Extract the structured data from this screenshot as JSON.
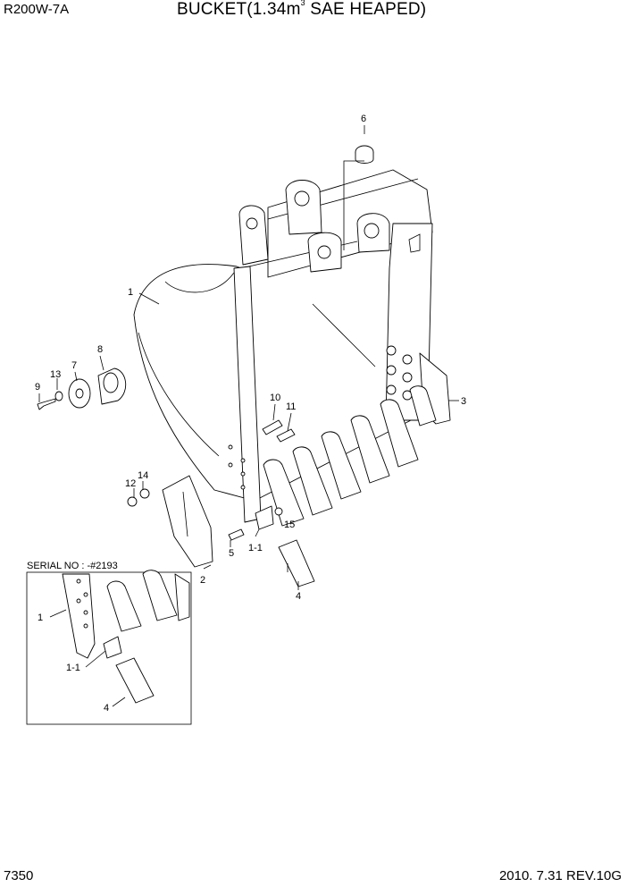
{
  "header": {
    "model": "R200W-7A",
    "title_main": "BUCKET(1.34m",
    "title_sup": "3",
    "title_tail": " SAE HEAPED)"
  },
  "footer": {
    "page_number": "7350",
    "date_rev": "2010. 7.31  REV.10G"
  },
  "inset": {
    "serial_label": "SERIAL NO : -#2193"
  },
  "callouts": {
    "c1": "1",
    "c2": "2",
    "c3": "3",
    "c4": "4",
    "c5": "5",
    "c6": "6",
    "c7": "7",
    "c8": "8",
    "c9": "9",
    "c10": "10",
    "c11": "11",
    "c12": "12",
    "c13": "13",
    "c14": "14",
    "c15": "15",
    "c1_1": "1-1",
    "i1": "1",
    "i1_1": "1-1",
    "i4": "4"
  }
}
